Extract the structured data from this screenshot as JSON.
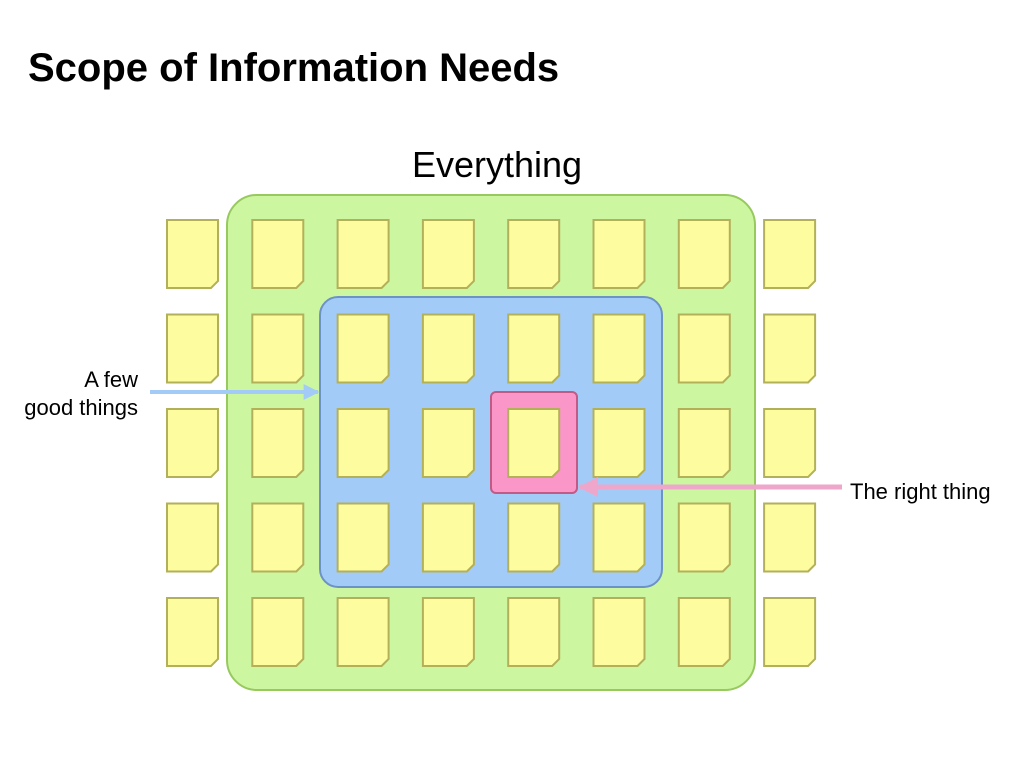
{
  "slide": {
    "title": "Scope of Information Needs"
  },
  "diagram": {
    "labels": {
      "everything": "Everything",
      "few_good_things_line1": "A few",
      "few_good_things_line2": "good things",
      "right_thing": "The right thing"
    },
    "grid": {
      "columns": 8,
      "rows": 5,
      "document_icon": "document-icon"
    },
    "colors": {
      "everything_fill": "#ccf7a0",
      "everything_stroke": "#97c95f",
      "few_good_fill": "#a3cbf8",
      "few_good_stroke": "#6d93c5",
      "right_thing_fill": "#fb96c9",
      "right_thing_stroke": "#c15a86",
      "document_fill": "#fdfc9e",
      "document_stroke": "#b3b05a",
      "arrow_few_good": "#a3cbf8",
      "arrow_right_thing": "#efa6cb"
    }
  }
}
